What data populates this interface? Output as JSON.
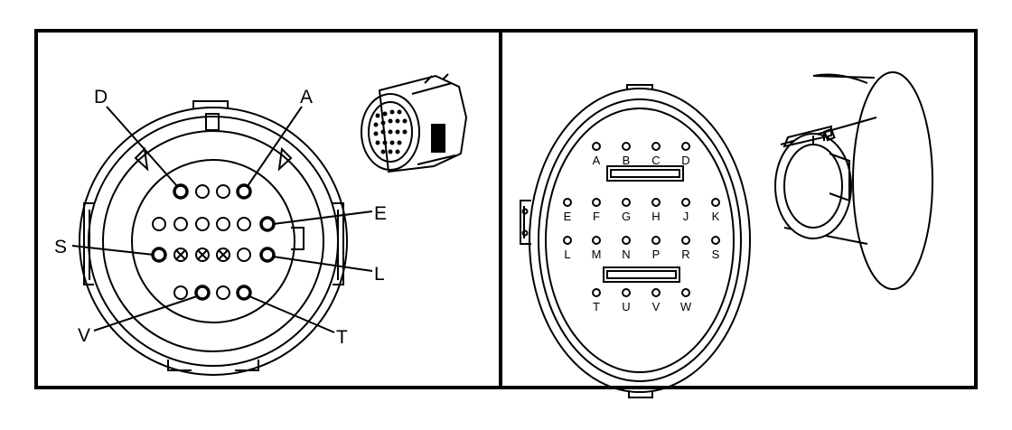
{
  "left_connector": {
    "callouts": [
      "D",
      "A",
      "E",
      "S",
      "L",
      "V",
      "T"
    ]
  },
  "right_connector": {
    "rows": [
      [
        "A",
        "B",
        "C",
        "D"
      ],
      [
        "E",
        "F",
        "G",
        "H",
        "J",
        "K"
      ],
      [
        "L",
        "M",
        "N",
        "P",
        "R",
        "S"
      ],
      [
        "T",
        "U",
        "V",
        "W"
      ]
    ]
  },
  "colors": {
    "ink": "#000000",
    "paper": "#ffffff"
  }
}
